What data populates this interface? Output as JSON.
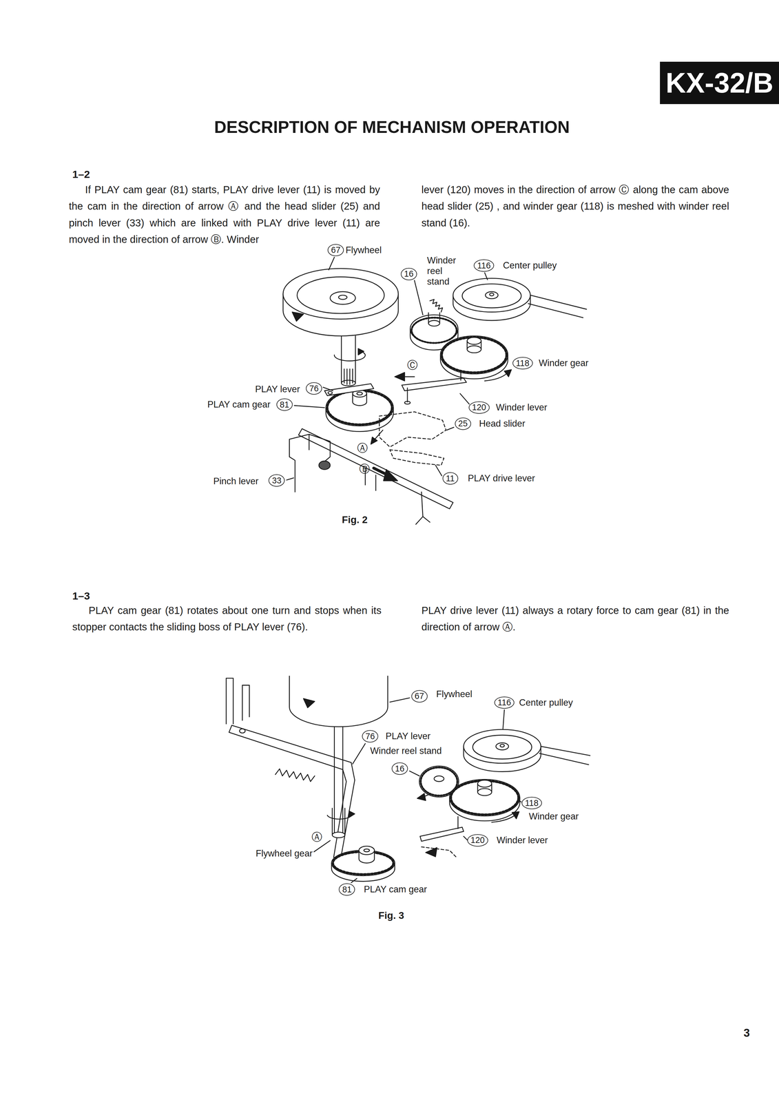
{
  "diagram": {
    "title": "DESCRIPTION OF MECHANISM OPERATION",
    "nodes": [
      {
        "text": [
          "KX-32/B"
        ]
      }
    ],
    "labels": [
      "1–2",
      "If PLAY cam gear (81) starts, PLAY drive lever (11) is moved by the cam in the direction of arrow Ⓐ and the head slider (25) and pinch lever (33) which are linked with PLAY drive lever (11) are moved in the direction of arrow Ⓑ. Winder",
      "lever (120) moves in the direction of arrow Ⓒ along the cam above head slider (25) , and winder gear (118) is meshed with winder reel stand (16).",
      "67",
      "Flywheel",
      "16",
      "Winder reel stand",
      "116",
      "Center pulley",
      "118",
      "Winder gear",
      "PLAY lever",
      "76",
      "PLAY cam gear",
      "81",
      "120",
      "Winder lever",
      "25",
      "Head slider",
      "Ⓒ",
      "Ⓐ",
      "Ⓑ",
      "Pinch lever",
      "33",
      "11",
      "PLAY drive lever",
      "Fig. 2",
      "1–3",
      "PLAY cam gear (81) rotates about one turn and stops when its stopper contacts the sliding boss of PLAY lever (76).",
      "PLAY drive lever (11) always a rotary force to cam gear (81) in the direction of arrow Ⓐ.",
      "67",
      "Flywheel",
      "116",
      "Center pulley",
      "76",
      "PLAY lever",
      "Winder reel stand",
      "16",
      "118",
      "Winder gear",
      "Ⓐ",
      "Flywheel gear",
      "120",
      "Winder lever",
      "81",
      "PLAY cam gear",
      "Fig. 3",
      "3"
    ]
  }
}
